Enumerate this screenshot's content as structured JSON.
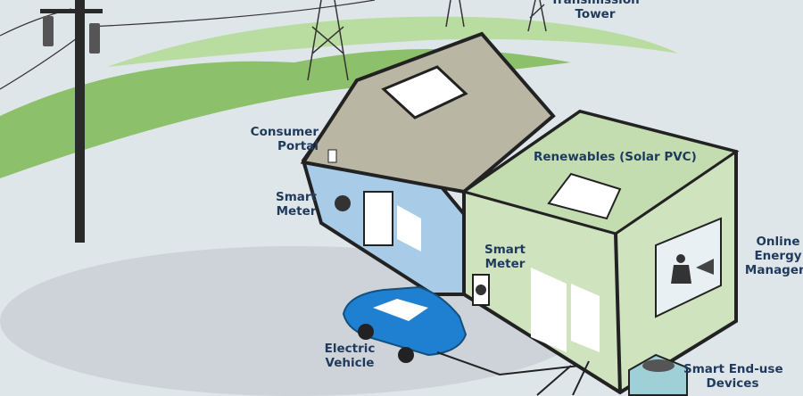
{
  "labels": {
    "transmission_tower": [
      "Transmission",
      "Tower"
    ],
    "consumer_portal": [
      "Consumer",
      "Portal"
    ],
    "smart_meter_blue": [
      "Smart",
      "Meter"
    ],
    "renewables": "Renewables (Solar PVC)",
    "smart_meter_green": [
      "Smart",
      "Meter"
    ],
    "online_energy": [
      "Online",
      "Energy",
      "Managem"
    ],
    "electric_vehicle": [
      "Electric",
      "Vehicle"
    ],
    "smart_end_use": [
      "Smart End-use",
      "Devices"
    ]
  },
  "colors": {
    "background": "#dfe6ea",
    "hills": "#8cc06a",
    "blue_house": "#a8cce8",
    "green_house": "#cfe3bf",
    "roof": "#b9b7a4",
    "car": "#1f7fd0",
    "text": "#1f3a5c"
  }
}
